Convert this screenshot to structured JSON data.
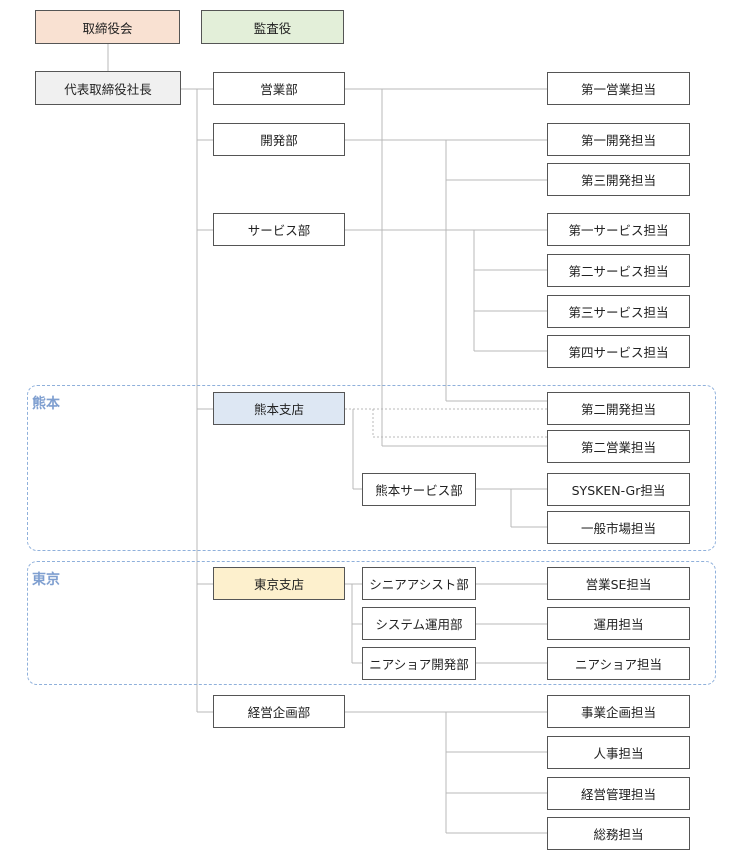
{
  "colors": {
    "board": "#f9e1d2",
    "auditor": "#e3efd9",
    "ceo": "#f0f0f0",
    "kumamoto_branch": "#dde7f3",
    "tokyo_branch": "#fdf0cd",
    "region_border": "#8fb0db",
    "region_label": "#7f9fd0",
    "line": "#b9b9b9"
  },
  "regions": {
    "kumamoto": "熊本",
    "tokyo": "東京"
  },
  "nodes": {
    "board": "取締役会",
    "auditor": "監査役",
    "ceo": "代表取締役社長",
    "sales_dept": "営業部",
    "dev_dept": "開発部",
    "service_dept": "サービス部",
    "kumamoto_branch": "熊本支店",
    "kumamoto_service_dept": "熊本サービス部",
    "tokyo_branch": "東京支店",
    "senior_assist_dept": "シニアアシスト部",
    "system_ops_dept": "システム運用部",
    "nearshore_dev_dept": "ニアショア開発部",
    "management_planning_dept": "経営企画部",
    "sales_1": "第一営業担当",
    "dev_1": "第一開発担当",
    "dev_3": "第三開発担当",
    "service_1": "第一サービス担当",
    "service_2": "第二サービス担当",
    "service_3": "第三サービス担当",
    "service_4": "第四サービス担当",
    "dev_2": "第二開発担当",
    "sales_2": "第二営業担当",
    "sysken": "SYSKEN-Gr担当",
    "general_market": "一般市場担当",
    "sales_se": "営業SE担当",
    "operations": "運用担当",
    "nearshore": "ニアショア担当",
    "business_planning": "事業企画担当",
    "hr": "人事担当",
    "management_admin": "経営管理担当",
    "general_affairs": "総務担当"
  }
}
